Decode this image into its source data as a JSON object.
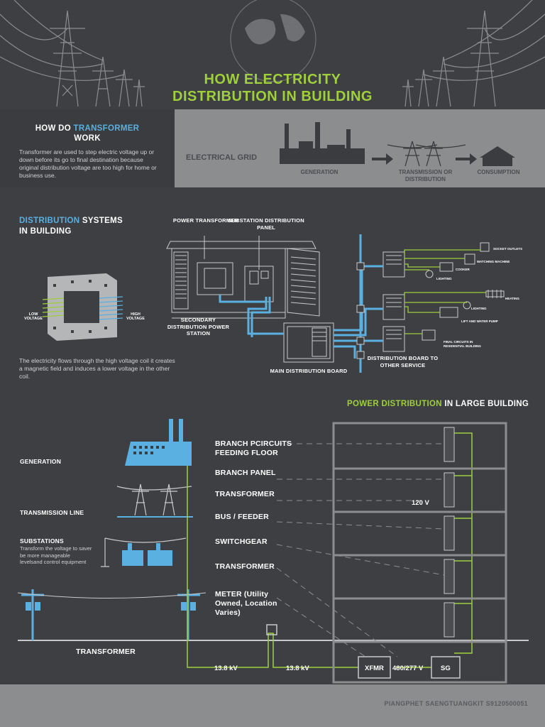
{
  "title_line1": "HOW ELECTRICITY",
  "title_line2": "DISTRIBUTION IN BUILDING",
  "transformer_section": {
    "heading_pre": "HOW DO ",
    "heading_accent": "TRANSFORMER",
    "heading_post": "WORK",
    "body": "Transformer are used to step electric voltage up or down before its go to final destination because original distribution voltage are too high for home or business use."
  },
  "grid": {
    "label": "ELECTRICAL GRID",
    "generation": "GENERATION",
    "transmission": "TRANSMISSION OR DISTRIBUTION",
    "consumption": "CONSUMPTION"
  },
  "distribution_systems": {
    "heading_accent": "DISTRIBUTION",
    "heading_post": " SYSTEMS",
    "heading_line2": "IN BUILDING",
    "low_voltage": "LOW VOLTAGE",
    "high_voltage": "HIGH VOLTAGE",
    "coil_text": "The electricity flows through the high voltage coil it creates a magnetic field and induces a lower voltage in the other coil.",
    "power_transformer": "POWER TRANSFORMER",
    "substation_panel": "SUBSTATION DISTRIBUTION PANEL",
    "secondary_station": "SECONDARY DISTRIBUTION POWER STATION",
    "main_board": "MAIN DISTRIBUTION BOARD",
    "board_other": "DISTRIBUTION BOARD TO OTHER SERVICE",
    "socket_outlets": "SOCKET OUTLETS",
    "washing_machine": "WATCHING MACHINE",
    "cooker": "COOKER",
    "lighting1": "LIGHTING",
    "heating": "HEATING",
    "lighting2": "LIGHTING",
    "lift_pump": "LIFT AND WATER PUMP",
    "final_circuits": "FINAL CIRCUITS IN RESIDENTIAL BUILDING"
  },
  "power_distribution": {
    "heading_accent": "POWER DISTRIBUTION",
    "heading_post": " IN LARGE BUILDING",
    "generation": "GENERATION",
    "transmission_line": "TRANSMISSION LINE",
    "substations": "SUBSTATIONS",
    "substations_desc": "Transform the voltage to saver be more manageable levelsand control equipment",
    "transformer_bottom": "TRANSFORMER",
    "callouts": [
      "BRANCH PCIRCUITS FEEDING FLOOR",
      "BRANCH PANEL",
      "TRANSFORMER",
      "BUS / FEEDER",
      "SWITCHGEAR",
      "TRANSFORMER",
      "METER (Utility Owned, Location Varies)"
    ],
    "v120": "120 V",
    "kv1": "13.8 kV",
    "kv2": "13.8 kV",
    "xfmr": "XFMR",
    "v480": "480/277 V",
    "sg": "SG"
  },
  "footer": "PIANGPHET SAENGTUANGKIT S9120500051",
  "colors": {
    "background": "#3d3f42",
    "green": "#9fcf3c",
    "blue": "#5ab0e0",
    "band": "#8c8d8f"
  }
}
